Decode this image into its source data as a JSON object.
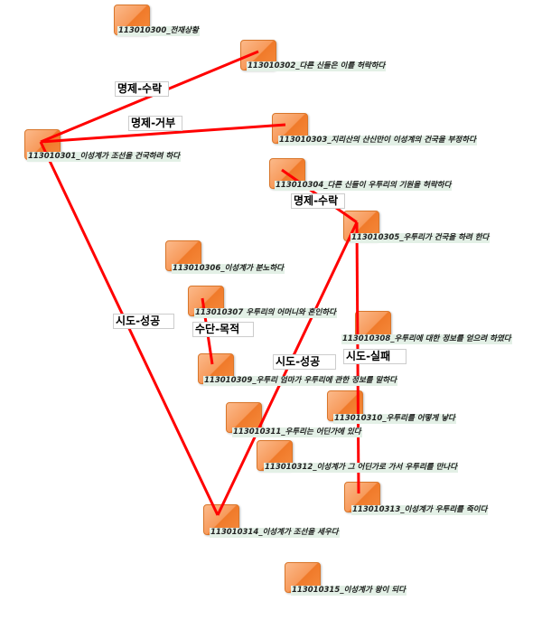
{
  "nodes": [
    {
      "id": "113010300",
      "label": "113010300_전재상황"
    },
    {
      "id": "113010301",
      "label": "113010301_이성계가 조선을 건국하려 하다"
    },
    {
      "id": "113010302",
      "label": "113010302_다른 신들은 이를 허락하다"
    },
    {
      "id": "113010303",
      "label": "113010303_지리산의 산신만이 이성계의 건국을 부정하다"
    },
    {
      "id": "113010304",
      "label": "113010304_다른 신들이 우투리의 기원을 허락하다"
    },
    {
      "id": "113010305",
      "label": "113010305_우투리가 건국을 하려 한다"
    },
    {
      "id": "113010306",
      "label": "113010306_이성계가 분노하다"
    },
    {
      "id": "113010307",
      "label": "113010307 우투리의 어머니와 혼인하다"
    },
    {
      "id": "113010308",
      "label": "113010308_우투리에 대한 정보를 얻으려 하였다"
    },
    {
      "id": "113010309",
      "label": "113010309_우투리 엄마가 우투리에 관한 정보를 말하다"
    },
    {
      "id": "113010310",
      "label": "113010310_우투리를 어떻게 낳다"
    },
    {
      "id": "113010311",
      "label": "113010311_우투리는 어딘가에 있다"
    },
    {
      "id": "113010312",
      "label": "113010312_이성계가 그 어딘가로 가서 우투리를 만나다"
    },
    {
      "id": "113010313",
      "label": "113010313_이성계가 우투리를 죽이다"
    },
    {
      "id": "113010314",
      "label": "113010314_이성계가 조선을 세우다"
    },
    {
      "id": "113010315",
      "label": "113010315_이성계가 왕이 되다"
    }
  ],
  "edges": [
    {
      "from": "113010301",
      "to": "113010302",
      "label": "명제-수락"
    },
    {
      "from": "113010301",
      "to": "113010303",
      "label": "명제-거부"
    },
    {
      "from": "113010304",
      "to": "113010305",
      "label": "명제-수락"
    },
    {
      "from": "113010301",
      "to": "113010314",
      "label": "시도-성공"
    },
    {
      "from": "113010307",
      "to": "113010309",
      "label": "수단-목적"
    },
    {
      "from": "113010314",
      "to": "113010305",
      "label": "시도-성공"
    },
    {
      "from": "113010305",
      "to": "113010313",
      "label": "시도-실패"
    }
  ],
  "colors": {
    "edge": "#ff0000",
    "node": "#f58a3d",
    "label_bg": "#e3f0e6"
  }
}
